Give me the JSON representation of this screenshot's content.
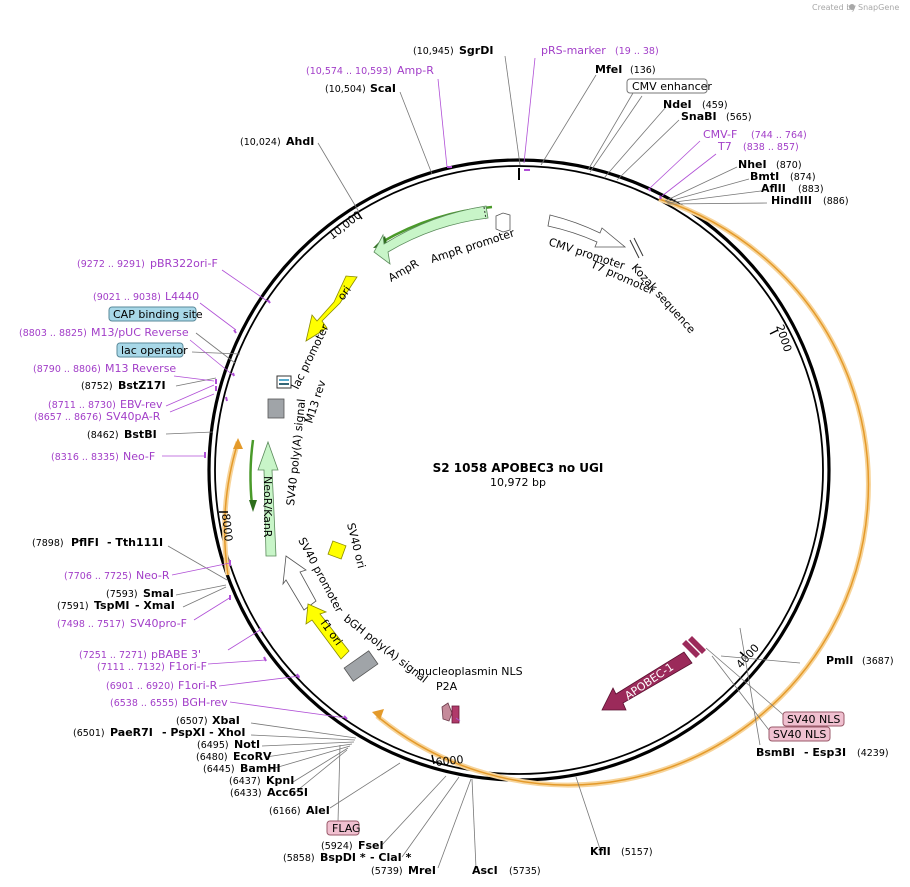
{
  "credit": {
    "created_by": "Created by",
    "brand": "SnapGene"
  },
  "map": {
    "name": "S2 1058 APOBEC3 no UGI",
    "length": "10,972 bp"
  },
  "ticks": [
    "2000",
    "4000",
    "6000",
    "8000",
    "10,000"
  ],
  "enzymes": [
    {
      "name": "SgrDI",
      "pos": "(10,945)"
    },
    {
      "name": "MfeI",
      "pos": "(136)"
    },
    {
      "name": "NdeI",
      "pos": "(459)"
    },
    {
      "name": "SnaBI",
      "pos": "(565)"
    },
    {
      "name": "NheI",
      "pos": "(870)"
    },
    {
      "name": "BmtI",
      "pos": "(874)"
    },
    {
      "name": "AflII",
      "pos": "(883)"
    },
    {
      "name": "HindIII",
      "pos": "(886)"
    },
    {
      "name": "ScaI",
      "pos": "(10,504)"
    },
    {
      "name": "AhdI",
      "pos": "(10,024)"
    },
    {
      "name": "BstZ17I",
      "pos": "(8752)"
    },
    {
      "name": "BstBI",
      "pos": "(8462)"
    },
    {
      "name": "PflFI",
      "pos": "(7898)",
      "extra": "- Tth111I"
    },
    {
      "name": "SmaI",
      "pos": "(7593)"
    },
    {
      "name": "TspMI",
      "pos": "(7591)",
      "extra": "- XmaI"
    },
    {
      "name": "XbaI",
      "pos": "(6507)"
    },
    {
      "name": "PaeR7I",
      "pos": "(6501)",
      "extra": "- PspXI  - XhoI"
    },
    {
      "name": "NotI",
      "pos": "(6495)"
    },
    {
      "name": "EcoRV",
      "pos": "(6480)"
    },
    {
      "name": "BamHI",
      "pos": "(6445)"
    },
    {
      "name": "KpnI",
      "pos": "(6437)"
    },
    {
      "name": "Acc65I",
      "pos": "(6433)"
    },
    {
      "name": "AleI",
      "pos": "(6166)"
    },
    {
      "name": "FseI",
      "pos": "(5924)"
    },
    {
      "name": "BspDI *",
      "pos": "(5858)",
      "extra": "- ClaI *"
    },
    {
      "name": "MreI",
      "pos": "(5739)"
    },
    {
      "name": "AscI",
      "pos": "(5735)"
    },
    {
      "name": "KflI",
      "pos": "(5157)"
    },
    {
      "name": "BsmBI",
      "pos": "(4239)",
      "extra": "- Esp3I"
    },
    {
      "name": "PmlI",
      "pos": "(3687)"
    }
  ],
  "primers": [
    {
      "name": "pRS-marker",
      "range": "(19 .. 38)"
    },
    {
      "name": "Amp-R",
      "range": "(10,574 .. 10,593)"
    },
    {
      "name": "CMV-F",
      "range": "(744 .. 764)"
    },
    {
      "name": "T7",
      "range": "(838 .. 857)"
    },
    {
      "name": "pBR322ori-F",
      "range": "(9272 .. 9291)"
    },
    {
      "name": "L4440",
      "range": "(9021 .. 9038)"
    },
    {
      "name": "M13/pUC Reverse",
      "range": "(8803 .. 8825)"
    },
    {
      "name": "M13 Reverse",
      "range": "(8790 .. 8806)"
    },
    {
      "name": "EBV-rev",
      "range": "(8711 .. 8730)"
    },
    {
      "name": "SV40pA-R",
      "range": "(8657 .. 8676)"
    },
    {
      "name": "Neo-F",
      "range": "(8316 .. 8335)"
    },
    {
      "name": "Neo-R",
      "range": "(7706 .. 7725)"
    },
    {
      "name": "SV40pro-F",
      "range": "(7498 .. 7517)"
    },
    {
      "name": "pBABE 3'",
      "range": "(7251 .. 7271)"
    },
    {
      "name": "F1ori-F",
      "range": "(7111 .. 7132)"
    },
    {
      "name": "F1ori-R",
      "range": "(6901 .. 6920)"
    },
    {
      "name": "BGH-rev",
      "range": "(6538 .. 6555)"
    }
  ],
  "boxed": {
    "cmv_enhancer": "CMV enhancer",
    "cap_site": "CAP binding site",
    "lac_operator": "lac operator",
    "sv40_nls_1": "SV40 NLS",
    "sv40_nls_2": "SV40 NLS",
    "flag": "FLAG"
  },
  "features": {
    "ampr": "AmpR",
    "ampr_promoter": "AmpR promoter",
    "cmv_promoter": "CMV promoter",
    "t7_promoter": "T7 promoter",
    "kozak": "Kozak sequence",
    "ori": "ori",
    "lac_promoter": "lac promoter",
    "m13_rev": "M13 rev",
    "sv40_polya": "SV40 poly(A) signal",
    "neor": "NeoR/KanR",
    "sv40_ori": "SV40 ori",
    "sv40_promoter": "SV40 promoter",
    "f1_ori": "f1 ori",
    "bgh": "bGH poly(A) signal",
    "nucleoplasmin": "nucleoplasmin NLS",
    "p2a": "P2A",
    "apobec": "APOBEC-1"
  }
}
